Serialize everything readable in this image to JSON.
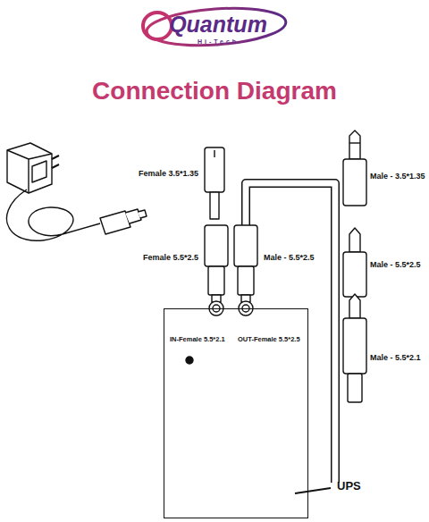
{
  "diagram": {
    "title": "Connection Diagram",
    "nodes": [
      {
        "text": [
          "UPS"
        ]
      }
    ],
    "labels": [
      "Quantum",
      "Hi-Tech",
      "Female 3.5*1.35",
      "Female 5.5*2.5",
      "Male - 5.5*2.5",
      "Male - 3.5*1.35",
      "Male - 5.5*2.5",
      "Male - 5.5*2.1",
      "IN-Female 5.5*2.1",
      "OUT-Female 5.5*2.5"
    ]
  }
}
